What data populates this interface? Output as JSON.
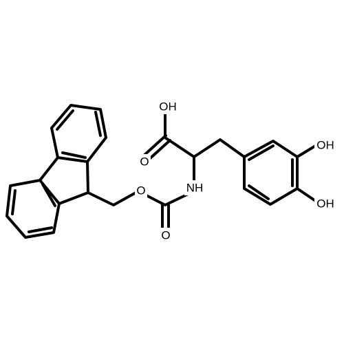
{
  "molecule": {
    "atom_labels": {
      "acid_oh": "OH",
      "carbonyl_o_acid": "O",
      "amide_nh": "NH",
      "carbamate_o_ether": "O",
      "carbamate_o_carbonyl": "O",
      "phenol_oh_1": "OH",
      "phenol_oh_2": "OH"
    }
  }
}
